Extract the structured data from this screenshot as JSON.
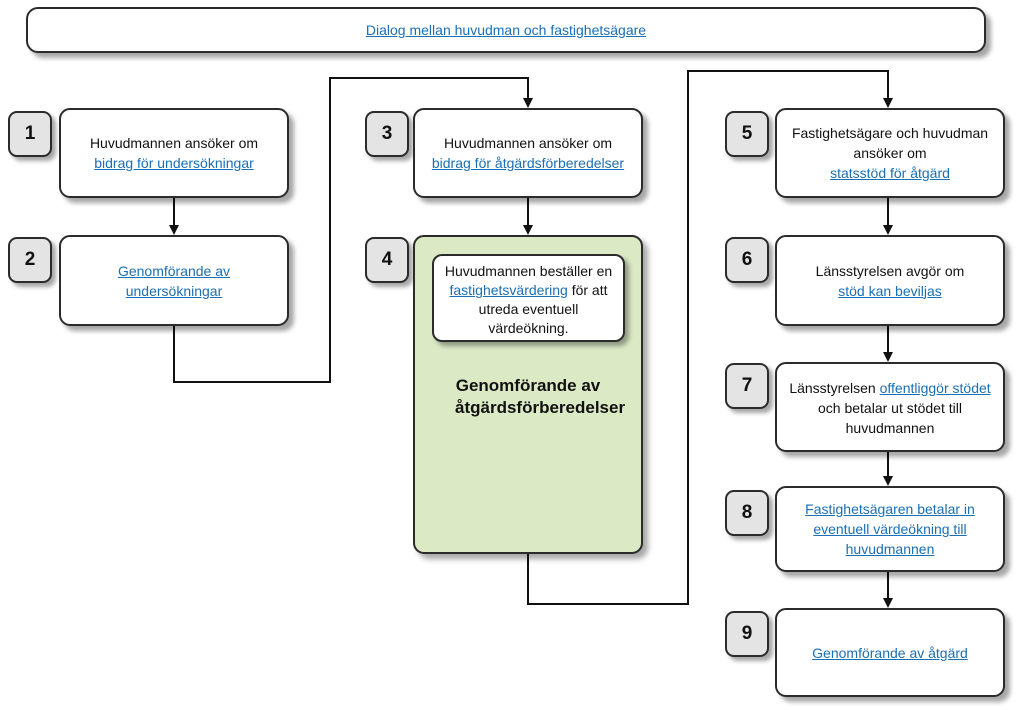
{
  "header": {
    "link": "Dialog mellan huvudman och fastighetsägare"
  },
  "steps": [
    {
      "number": "1",
      "text_before": "Huvudmannen ansöker om",
      "link": "bidrag för undersökningar",
      "text_after": ""
    },
    {
      "number": "2",
      "text_before": "",
      "link": "Genomförande av undersökningar",
      "text_after": ""
    },
    {
      "number": "3",
      "text_before": "Huvudmannen ansöker om",
      "link": "bidrag för åtgärdsförberedelser",
      "text_after": ""
    },
    {
      "number": "4",
      "title": "Genomförande av åtgärdsförberedelser",
      "inner_before": "Huvudmannen beställer en",
      "inner_link": "fastighetsvärdering",
      "inner_after": "för att utreda eventuell värdeökning."
    },
    {
      "number": "5",
      "text_before": "Fastighetsägare och huvudman ansöker om",
      "link": "statsstöd för åtgärd",
      "text_after": ""
    },
    {
      "number": "6",
      "text_before": "Länsstyrelsen avgör om",
      "link": "stöd kan beviljas",
      "text_after": ""
    },
    {
      "number": "7",
      "text_before": "Länsstyrelsen",
      "link": "offentliggör stödet",
      "text_after": "och betalar ut stödet till huvudmannen"
    },
    {
      "number": "8",
      "text_before": "",
      "link": "Fastighetsägaren betalar in eventuell värdeökning till huvudmannen",
      "text_after": ""
    },
    {
      "number": "9",
      "text_before": "",
      "link": "Genomförande av åtgärd",
      "text_after": ""
    }
  ],
  "colors": {
    "link": "#1a6fb5",
    "highlight_fill": "#dbe9c5",
    "number_fill": "#e4e4e4",
    "stroke": "#2b2b2b"
  }
}
